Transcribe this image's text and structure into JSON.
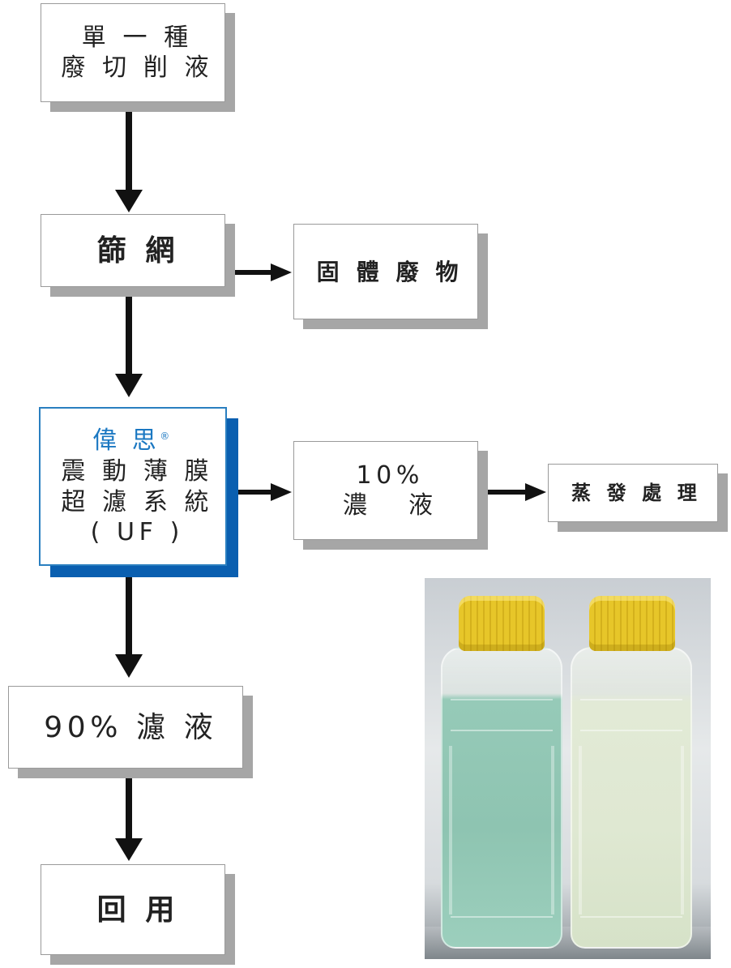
{
  "flow": {
    "source": {
      "line1": "單 一 種",
      "line2": "廢 切 削 液"
    },
    "screen": {
      "label": "篩 網"
    },
    "solid_waste": {
      "label": "固 體 廢 物"
    },
    "uf_system": {
      "brand": "偉 思",
      "brand_mark": "®",
      "line1": "震 動 薄 膜",
      "line2": "超 濾 系 統",
      "line3": "( UF )"
    },
    "concentrate": {
      "line1": "10%",
      "line2": "濃   液"
    },
    "evaporation": {
      "label": "蒸 發 處 理"
    },
    "filtrate": {
      "label": "90% 濾 液"
    },
    "reuse": {
      "label": "回 用"
    }
  },
  "colors": {
    "brand_blue": "#1b78c2",
    "uf_shadow": "#0a5fb0",
    "box_shadow": "#a6a6a6",
    "arrow": "#111111"
  },
  "photo": {
    "subject": "two-bottles-comparison-photo"
  }
}
